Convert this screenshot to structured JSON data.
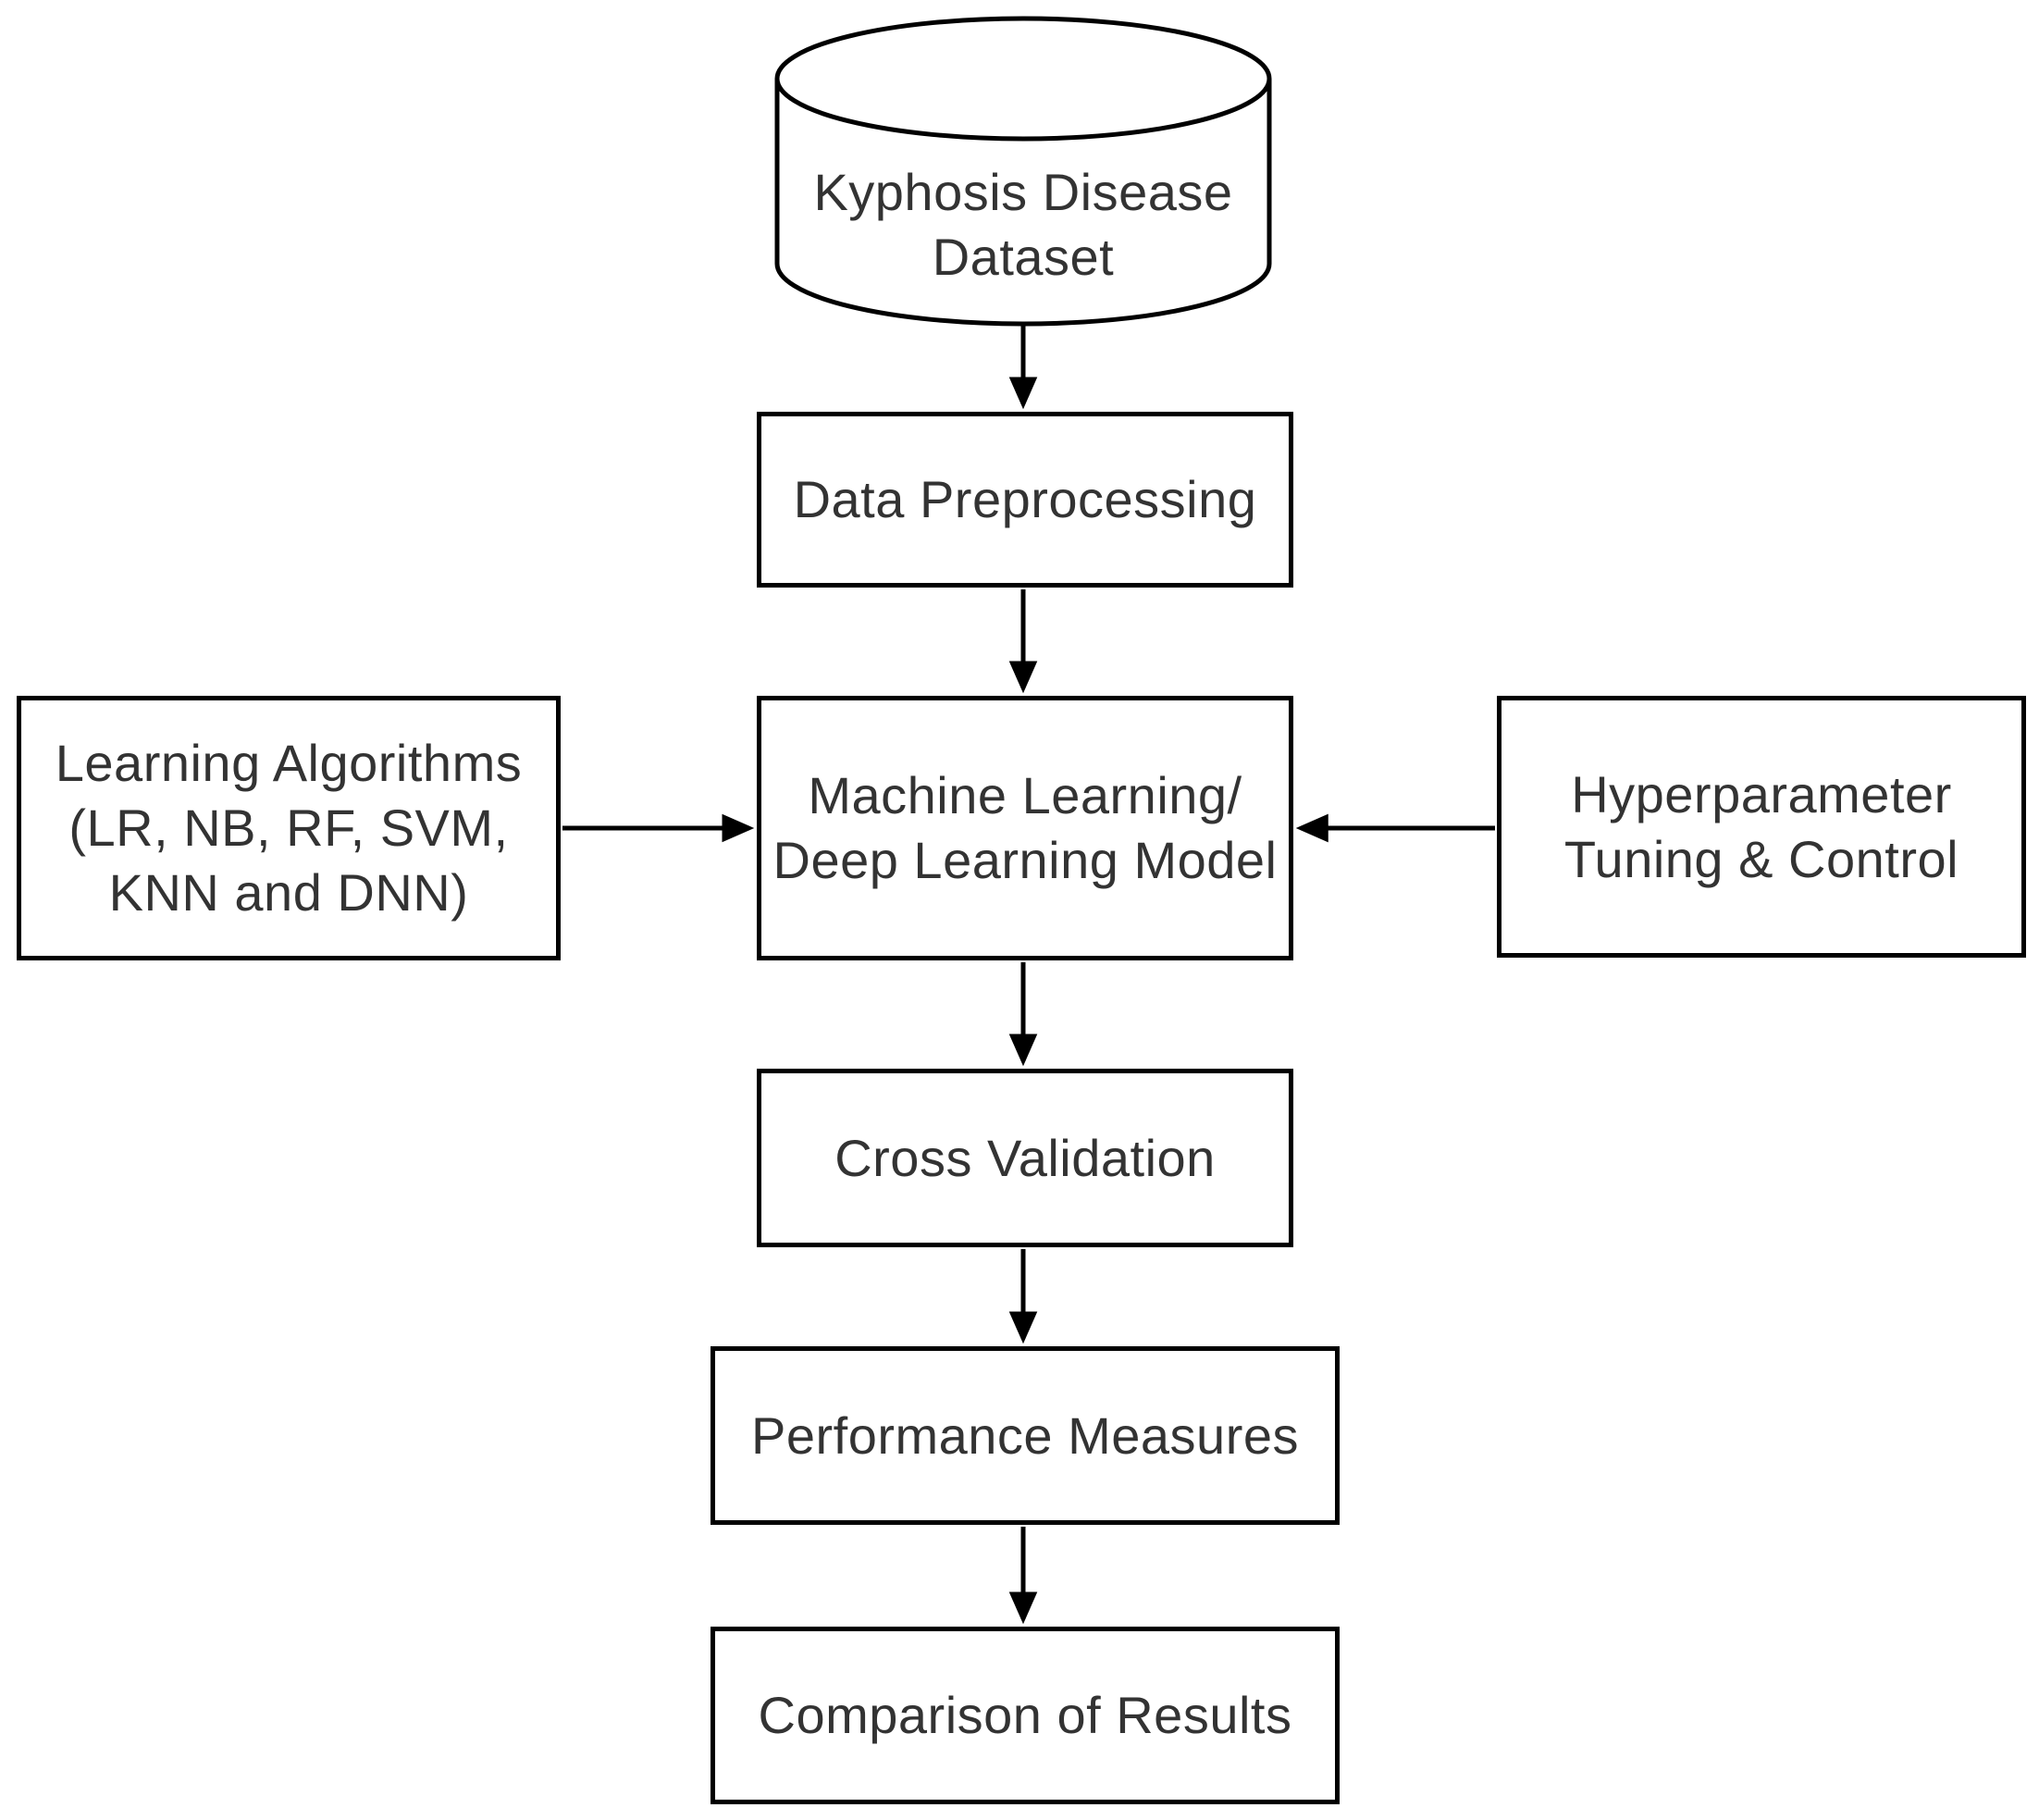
{
  "diagram": {
    "title": "Kyphosis Disease classification workflow flowchart",
    "colors": {
      "stroke": "#000000",
      "text": "#333333",
      "background": "#ffffff"
    },
    "nodes": {
      "dataset": {
        "shape": "cylinder",
        "label": "Kyphosis Disease\nDataset"
      },
      "preprocessing": {
        "shape": "rect",
        "label": "Data Preprocessing"
      },
      "algorithms": {
        "shape": "rect",
        "label": "Learning Algorithms\n(LR, NB, RF, SVM,\nKNN and DNN)"
      },
      "model": {
        "shape": "rect",
        "label": "Machine Learning/\nDeep Learning Model"
      },
      "tuning": {
        "shape": "rect",
        "label": "Hyperparameter\nTuning & Control"
      },
      "cross_validation": {
        "shape": "rect",
        "label": "Cross Validation"
      },
      "performance": {
        "shape": "rect",
        "label": "Performance Measures"
      },
      "comparison": {
        "shape": "rect",
        "label": "Comparison of Results"
      }
    },
    "edges": [
      {
        "from": "dataset",
        "to": "preprocessing",
        "direction": "down"
      },
      {
        "from": "preprocessing",
        "to": "model",
        "direction": "down"
      },
      {
        "from": "algorithms",
        "to": "model",
        "direction": "right"
      },
      {
        "from": "tuning",
        "to": "model",
        "direction": "left"
      },
      {
        "from": "model",
        "to": "cross_validation",
        "direction": "down"
      },
      {
        "from": "cross_validation",
        "to": "performance",
        "direction": "down"
      },
      {
        "from": "performance",
        "to": "comparison",
        "direction": "down"
      }
    ]
  }
}
